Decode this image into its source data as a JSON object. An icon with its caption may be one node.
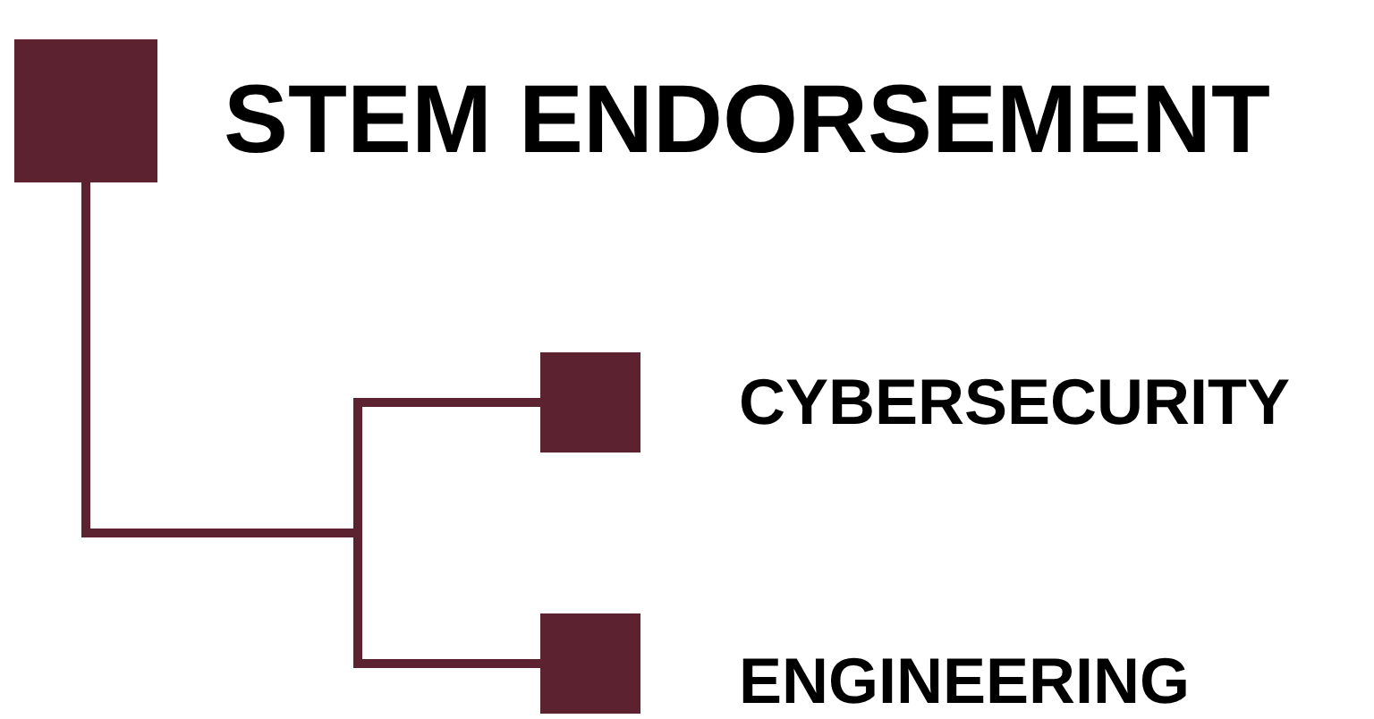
{
  "diagram": {
    "nodes": [
      {
        "text": [
          "STEM ENDORSEMENT"
        ]
      },
      {
        "text": [
          "CYBERSECURITY"
        ]
      },
      {
        "text": [
          "ENGINEERING"
        ]
      }
    ],
    "edges": [
      {
        "from": 0,
        "to": 1,
        "arrow": "none"
      },
      {
        "from": 0,
        "to": 2,
        "arrow": "none"
      }
    ]
  }
}
